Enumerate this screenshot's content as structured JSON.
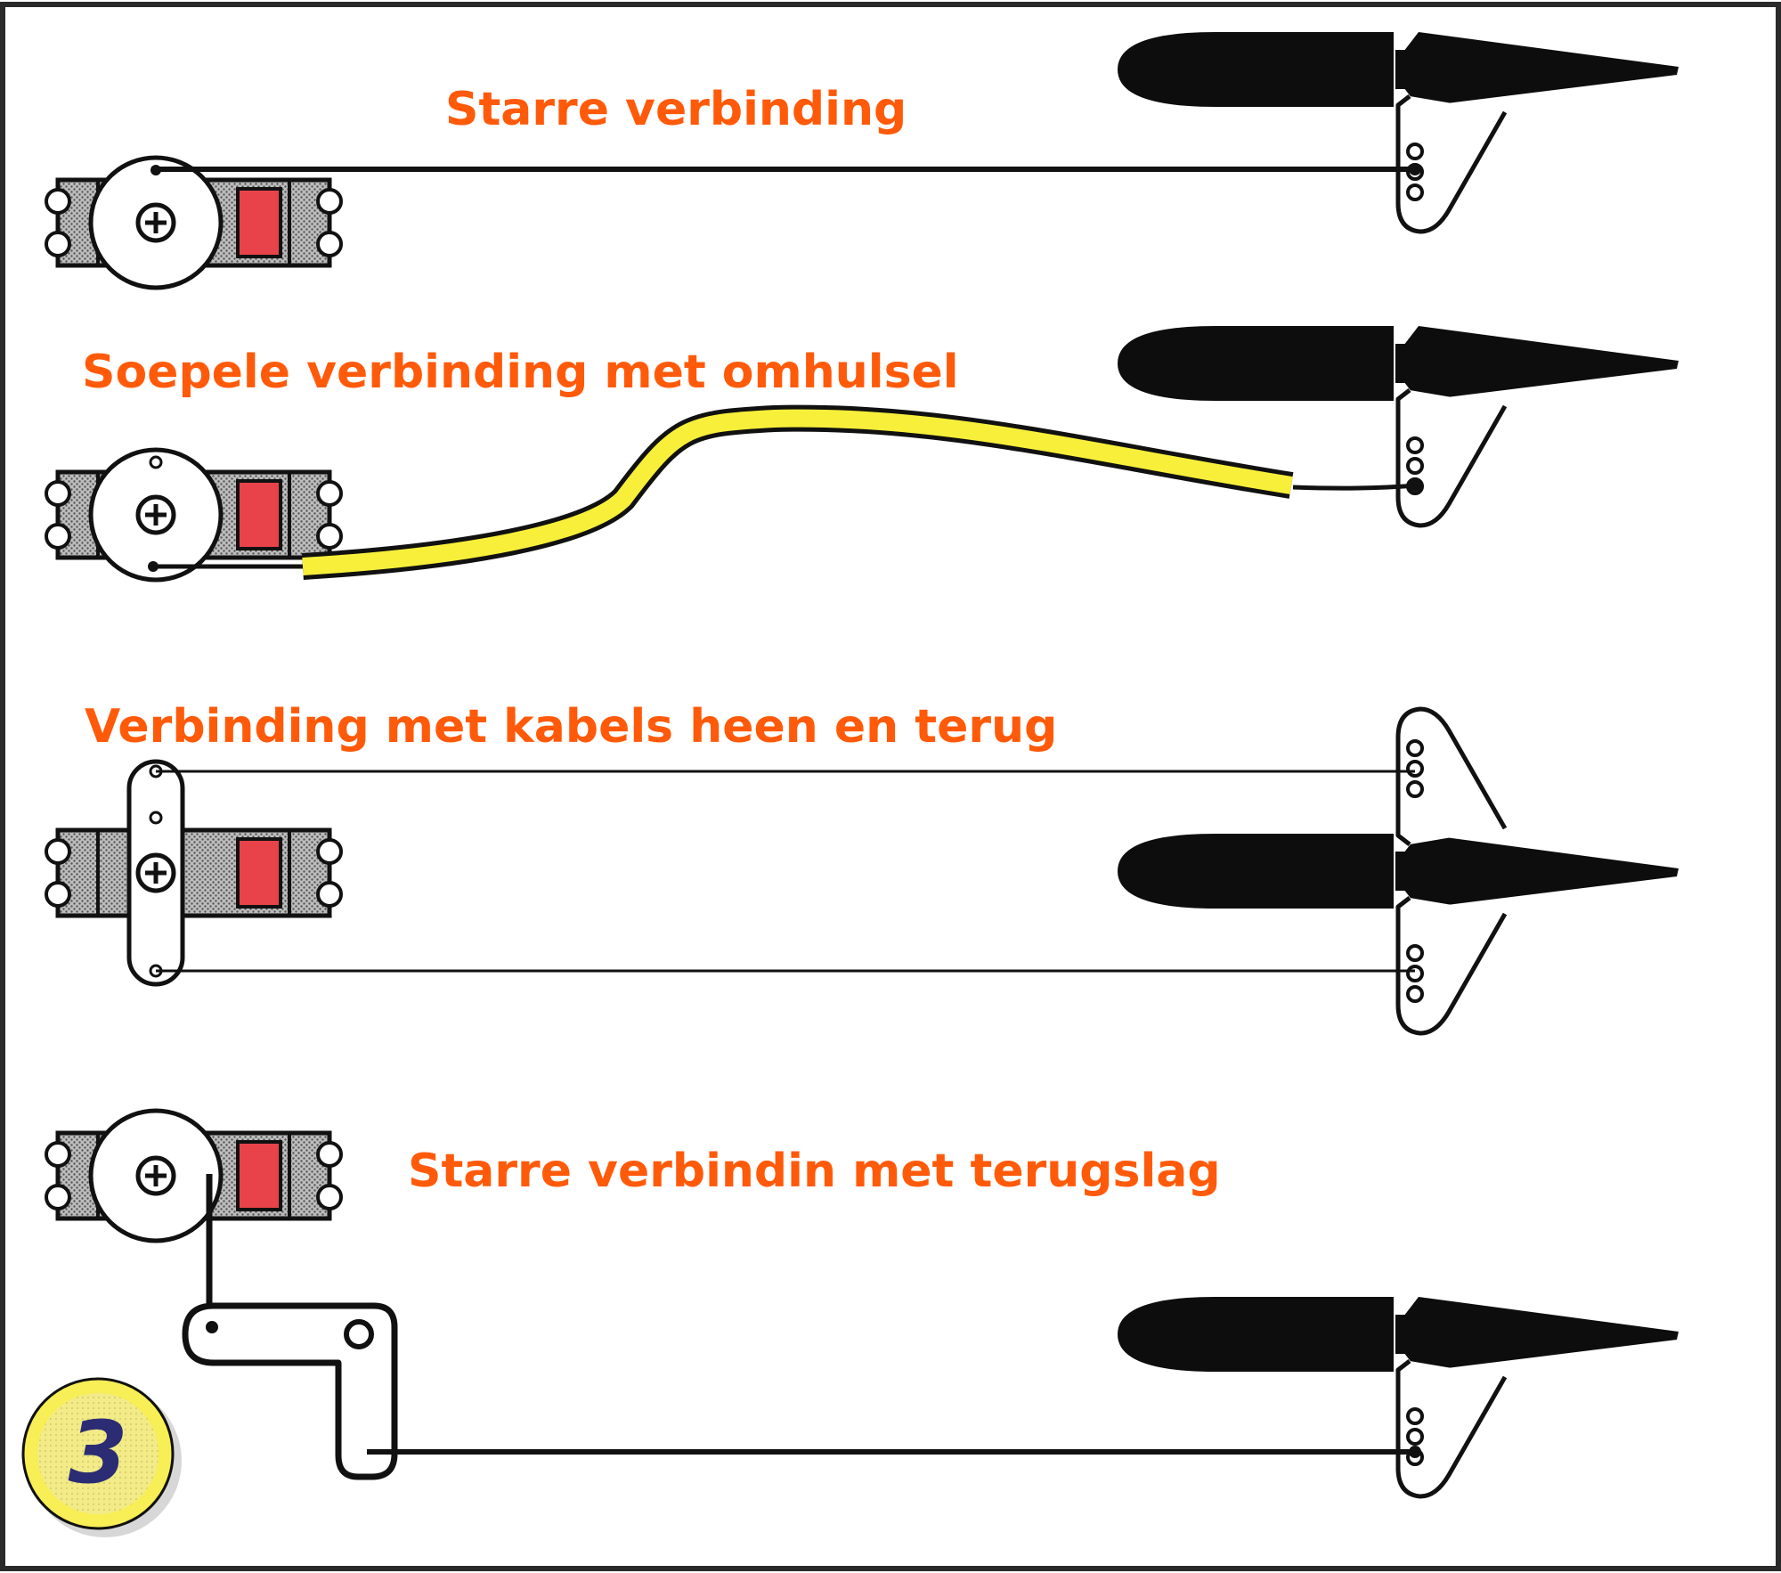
{
  "figure_number": "3",
  "labels": {
    "rigid": "Starre verbinding",
    "flexible_sleeve": "Soepele verbinding met omhulsel",
    "pull_pull": "Verbinding met kabels heen en terug",
    "rigid_bellcrank": "Starre verbindin met terugslag"
  },
  "colors": {
    "label_text": "#ff5a0a",
    "sleeve": "#f7ef3a",
    "servo_window": "#e8434a",
    "badge": "#f8ee55",
    "badge_number": "#2b2c74"
  }
}
